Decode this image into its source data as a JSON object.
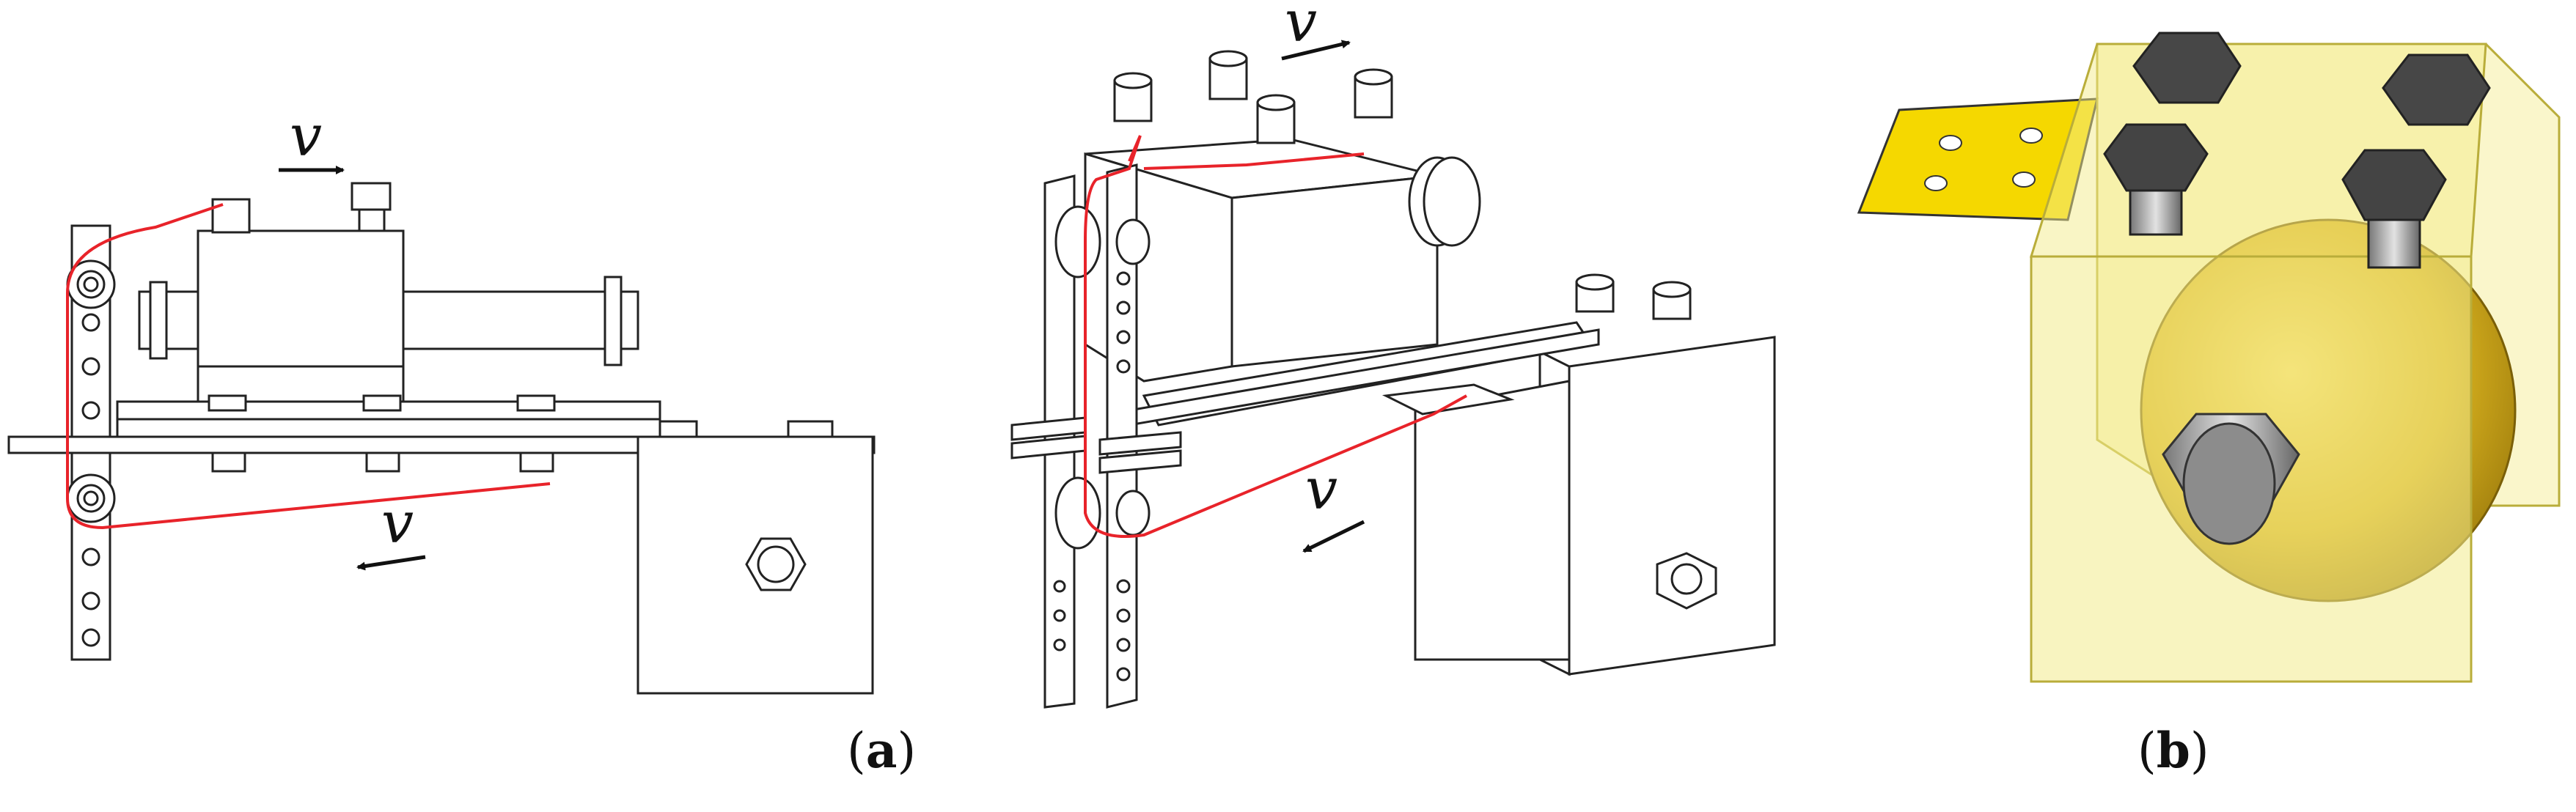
{
  "figure": {
    "panel_a": {
      "caption": {
        "open": "(",
        "letter": "a",
        "close": ")"
      },
      "side_view": {
        "upper_velocity": "v",
        "lower_velocity": "v"
      },
      "iso_view": {
        "upper_velocity": "v",
        "lower_velocity": "v"
      }
    },
    "panel_b": {
      "caption": {
        "open": "(",
        "letter": "b",
        "close": ")"
      }
    },
    "colors": {
      "wire": "#e8232a",
      "line": "#222222",
      "translucent_body": "#f3eb8c",
      "brass_roller": "#d9b21f",
      "bolt_dark": "#4a4a4a",
      "plate_yellow": "#f5d800"
    }
  }
}
